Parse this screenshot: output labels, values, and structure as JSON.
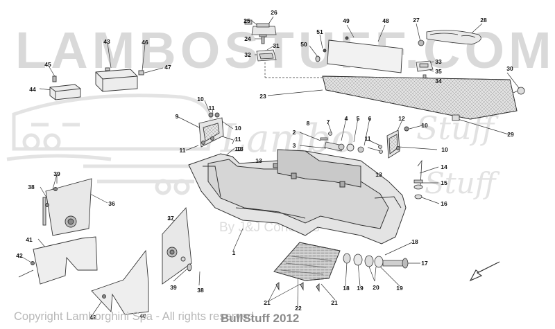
{
  "watermark": {
    "brand": "LAMBOSTUFF.COM",
    "script_primary": "Lambo",
    "script_secondary": "Stuff",
    "credit": "By J&J Concepts"
  },
  "footer": {
    "copyright": "Copyright Lamborghini Spa - All rights reserved",
    "overlay": "BullStuff 2012"
  },
  "callouts": [
    "1",
    "2",
    "3",
    "4",
    "5",
    "6",
    "7",
    "8",
    "9",
    "10",
    "10",
    "10",
    "10",
    "10",
    "11",
    "11",
    "11",
    "11",
    "12",
    "13",
    "13",
    "13",
    "14",
    "15",
    "16",
    "17",
    "18",
    "18",
    "19",
    "19",
    "20",
    "21",
    "21",
    "22",
    "23",
    "24",
    "25",
    "26",
    "27",
    "28",
    "29",
    "30",
    "31",
    "32",
    "33",
    "34",
    "35",
    "36",
    "37",
    "38",
    "38",
    "39",
    "39",
    "40",
    "41",
    "42",
    "42",
    "43",
    "44",
    "45",
    "46",
    "47",
    "48",
    "49",
    "50",
    "51"
  ]
}
